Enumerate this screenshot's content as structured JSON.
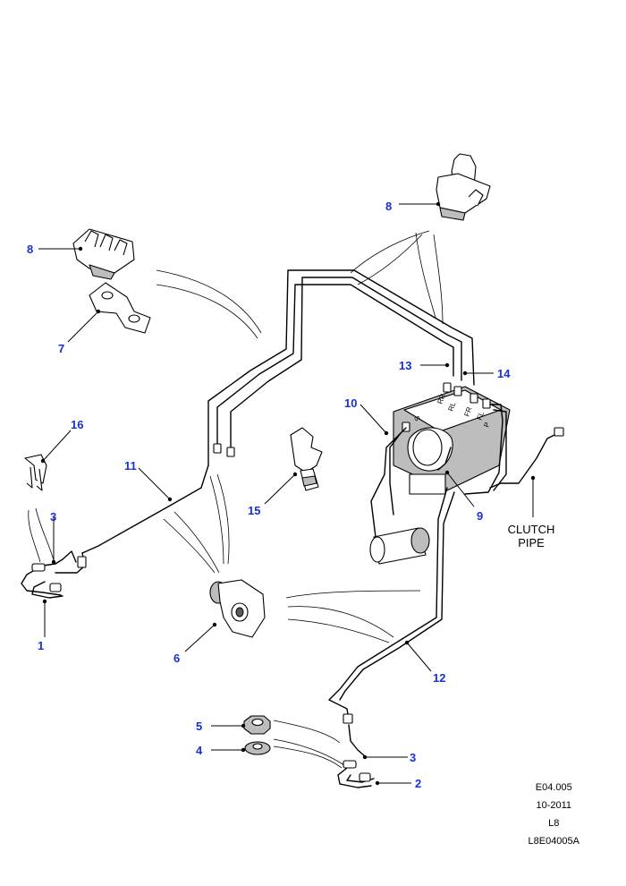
{
  "callouts": {
    "c1": "1",
    "c2": "2",
    "c3a": "3",
    "c3b": "3",
    "c4": "4",
    "c5": "5",
    "c6": "6",
    "c7": "7",
    "c8a": "8",
    "c8b": "8",
    "c9": "9",
    "c10": "10",
    "c11": "11",
    "c12": "12",
    "c13": "13",
    "c14": "14",
    "c15": "15",
    "c16": "16"
  },
  "annotations": {
    "clutch_line1": "CLUTCH",
    "clutch_line2": "PIPE"
  },
  "ports": {
    "rr": "RR",
    "rl": "RL",
    "fr": "FR",
    "fl": "FL",
    "s": "S",
    "p": "P"
  },
  "footer": {
    "ref": "E04.005",
    "date": "10-2011",
    "model": "L8",
    "drawing": "L8E04005A"
  },
  "colors": {
    "callout": "#1a2fd6",
    "line": "#000000",
    "shade": "#bdbdbd"
  }
}
